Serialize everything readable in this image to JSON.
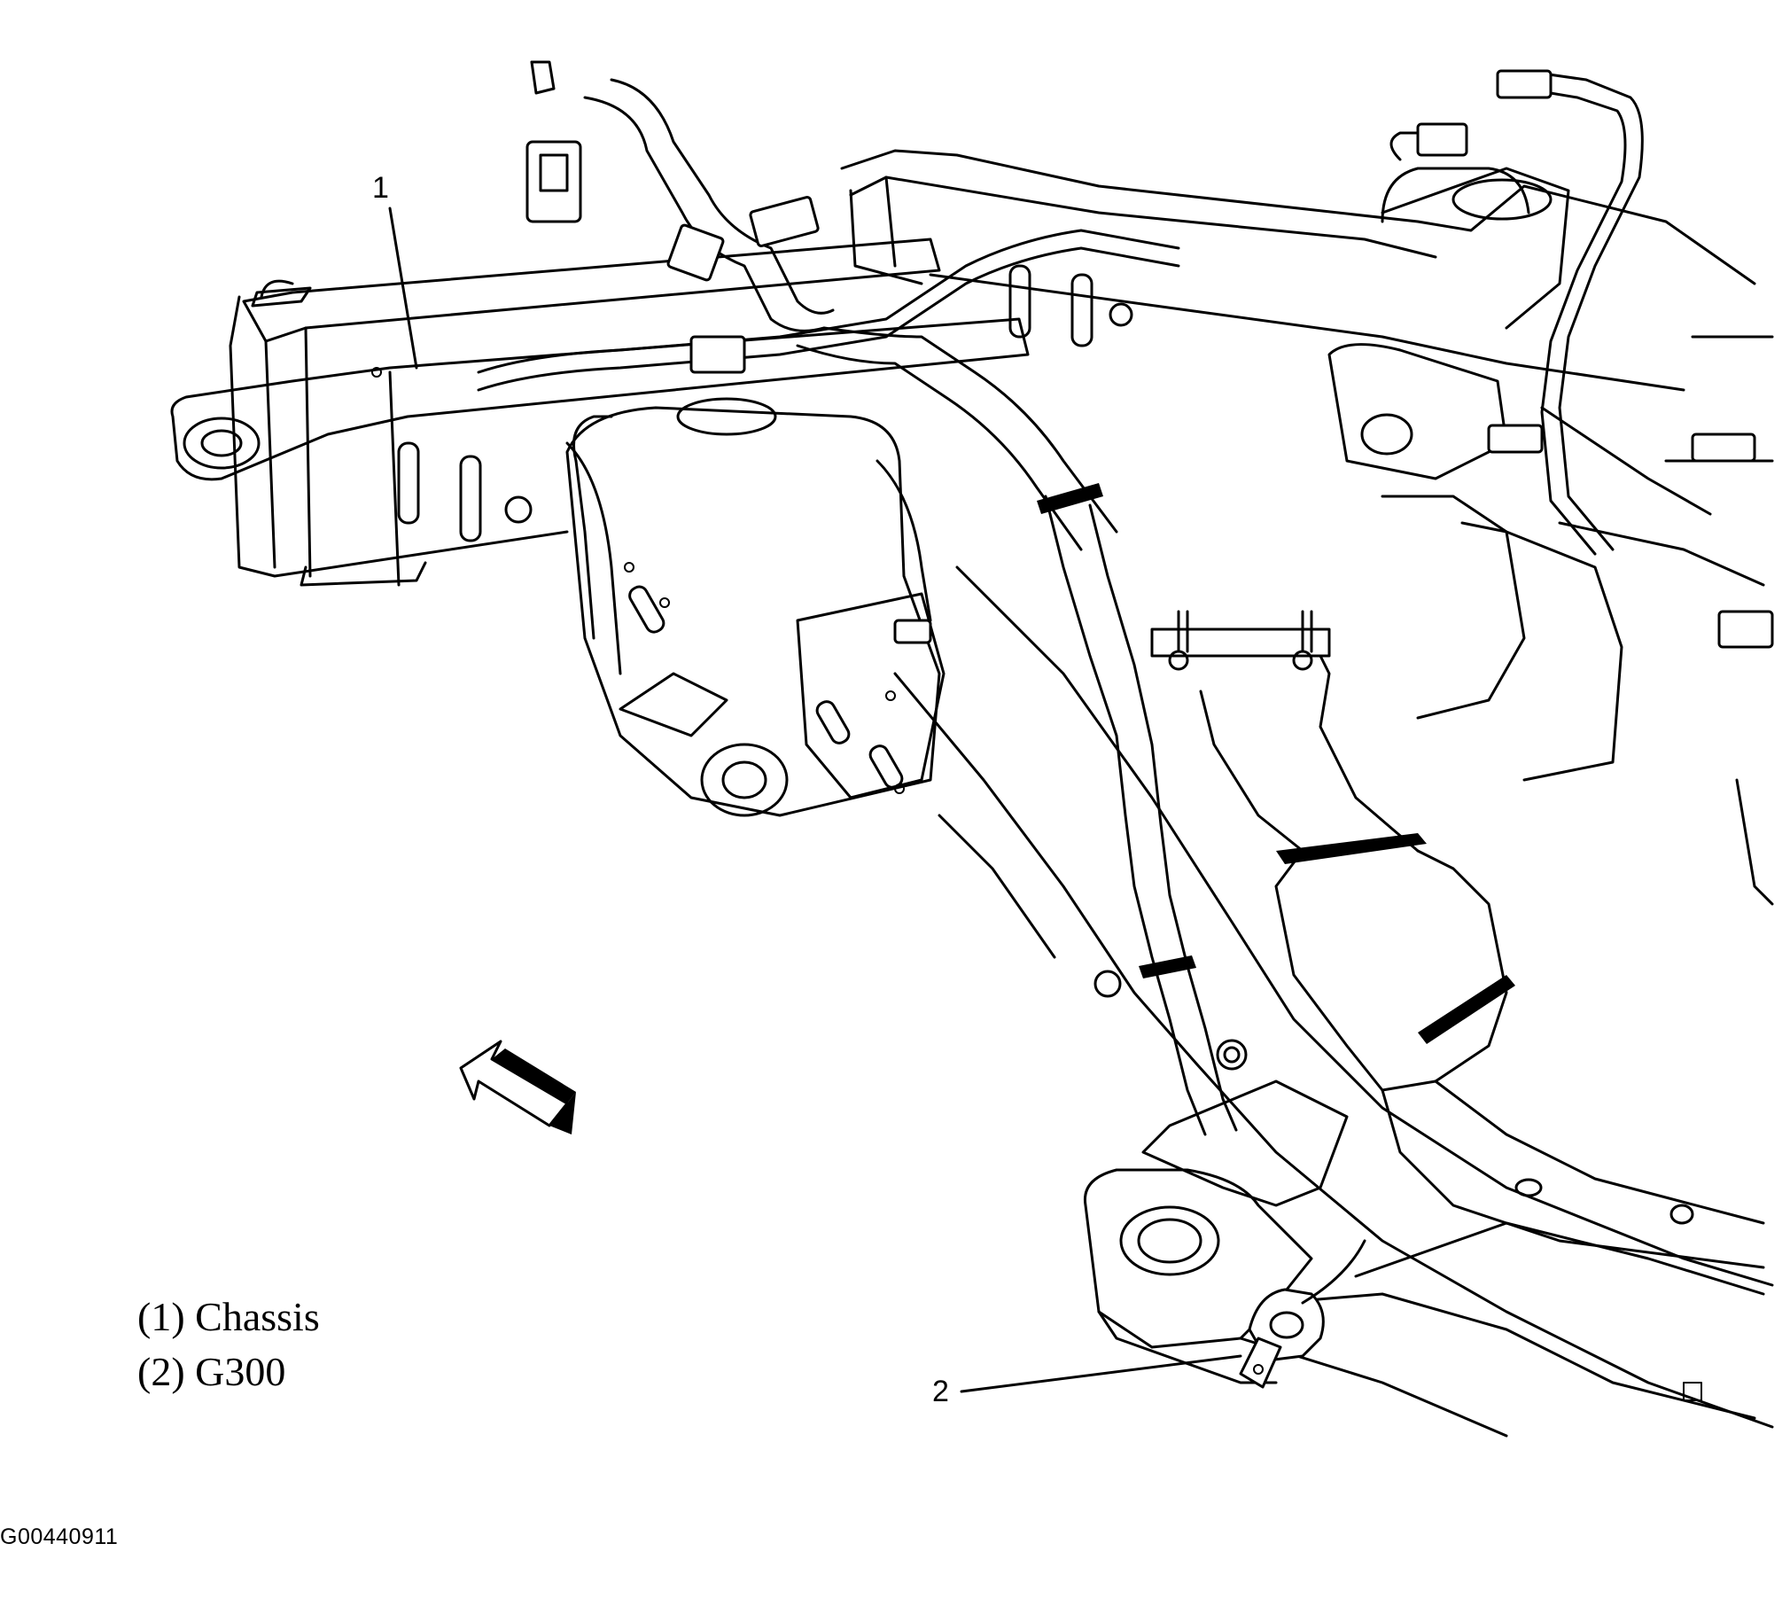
{
  "callouts": {
    "c1": "1",
    "c2": "2"
  },
  "legend": [
    "(1) Chassis",
    "(2) G300"
  ],
  "figure_id": "G00440911"
}
